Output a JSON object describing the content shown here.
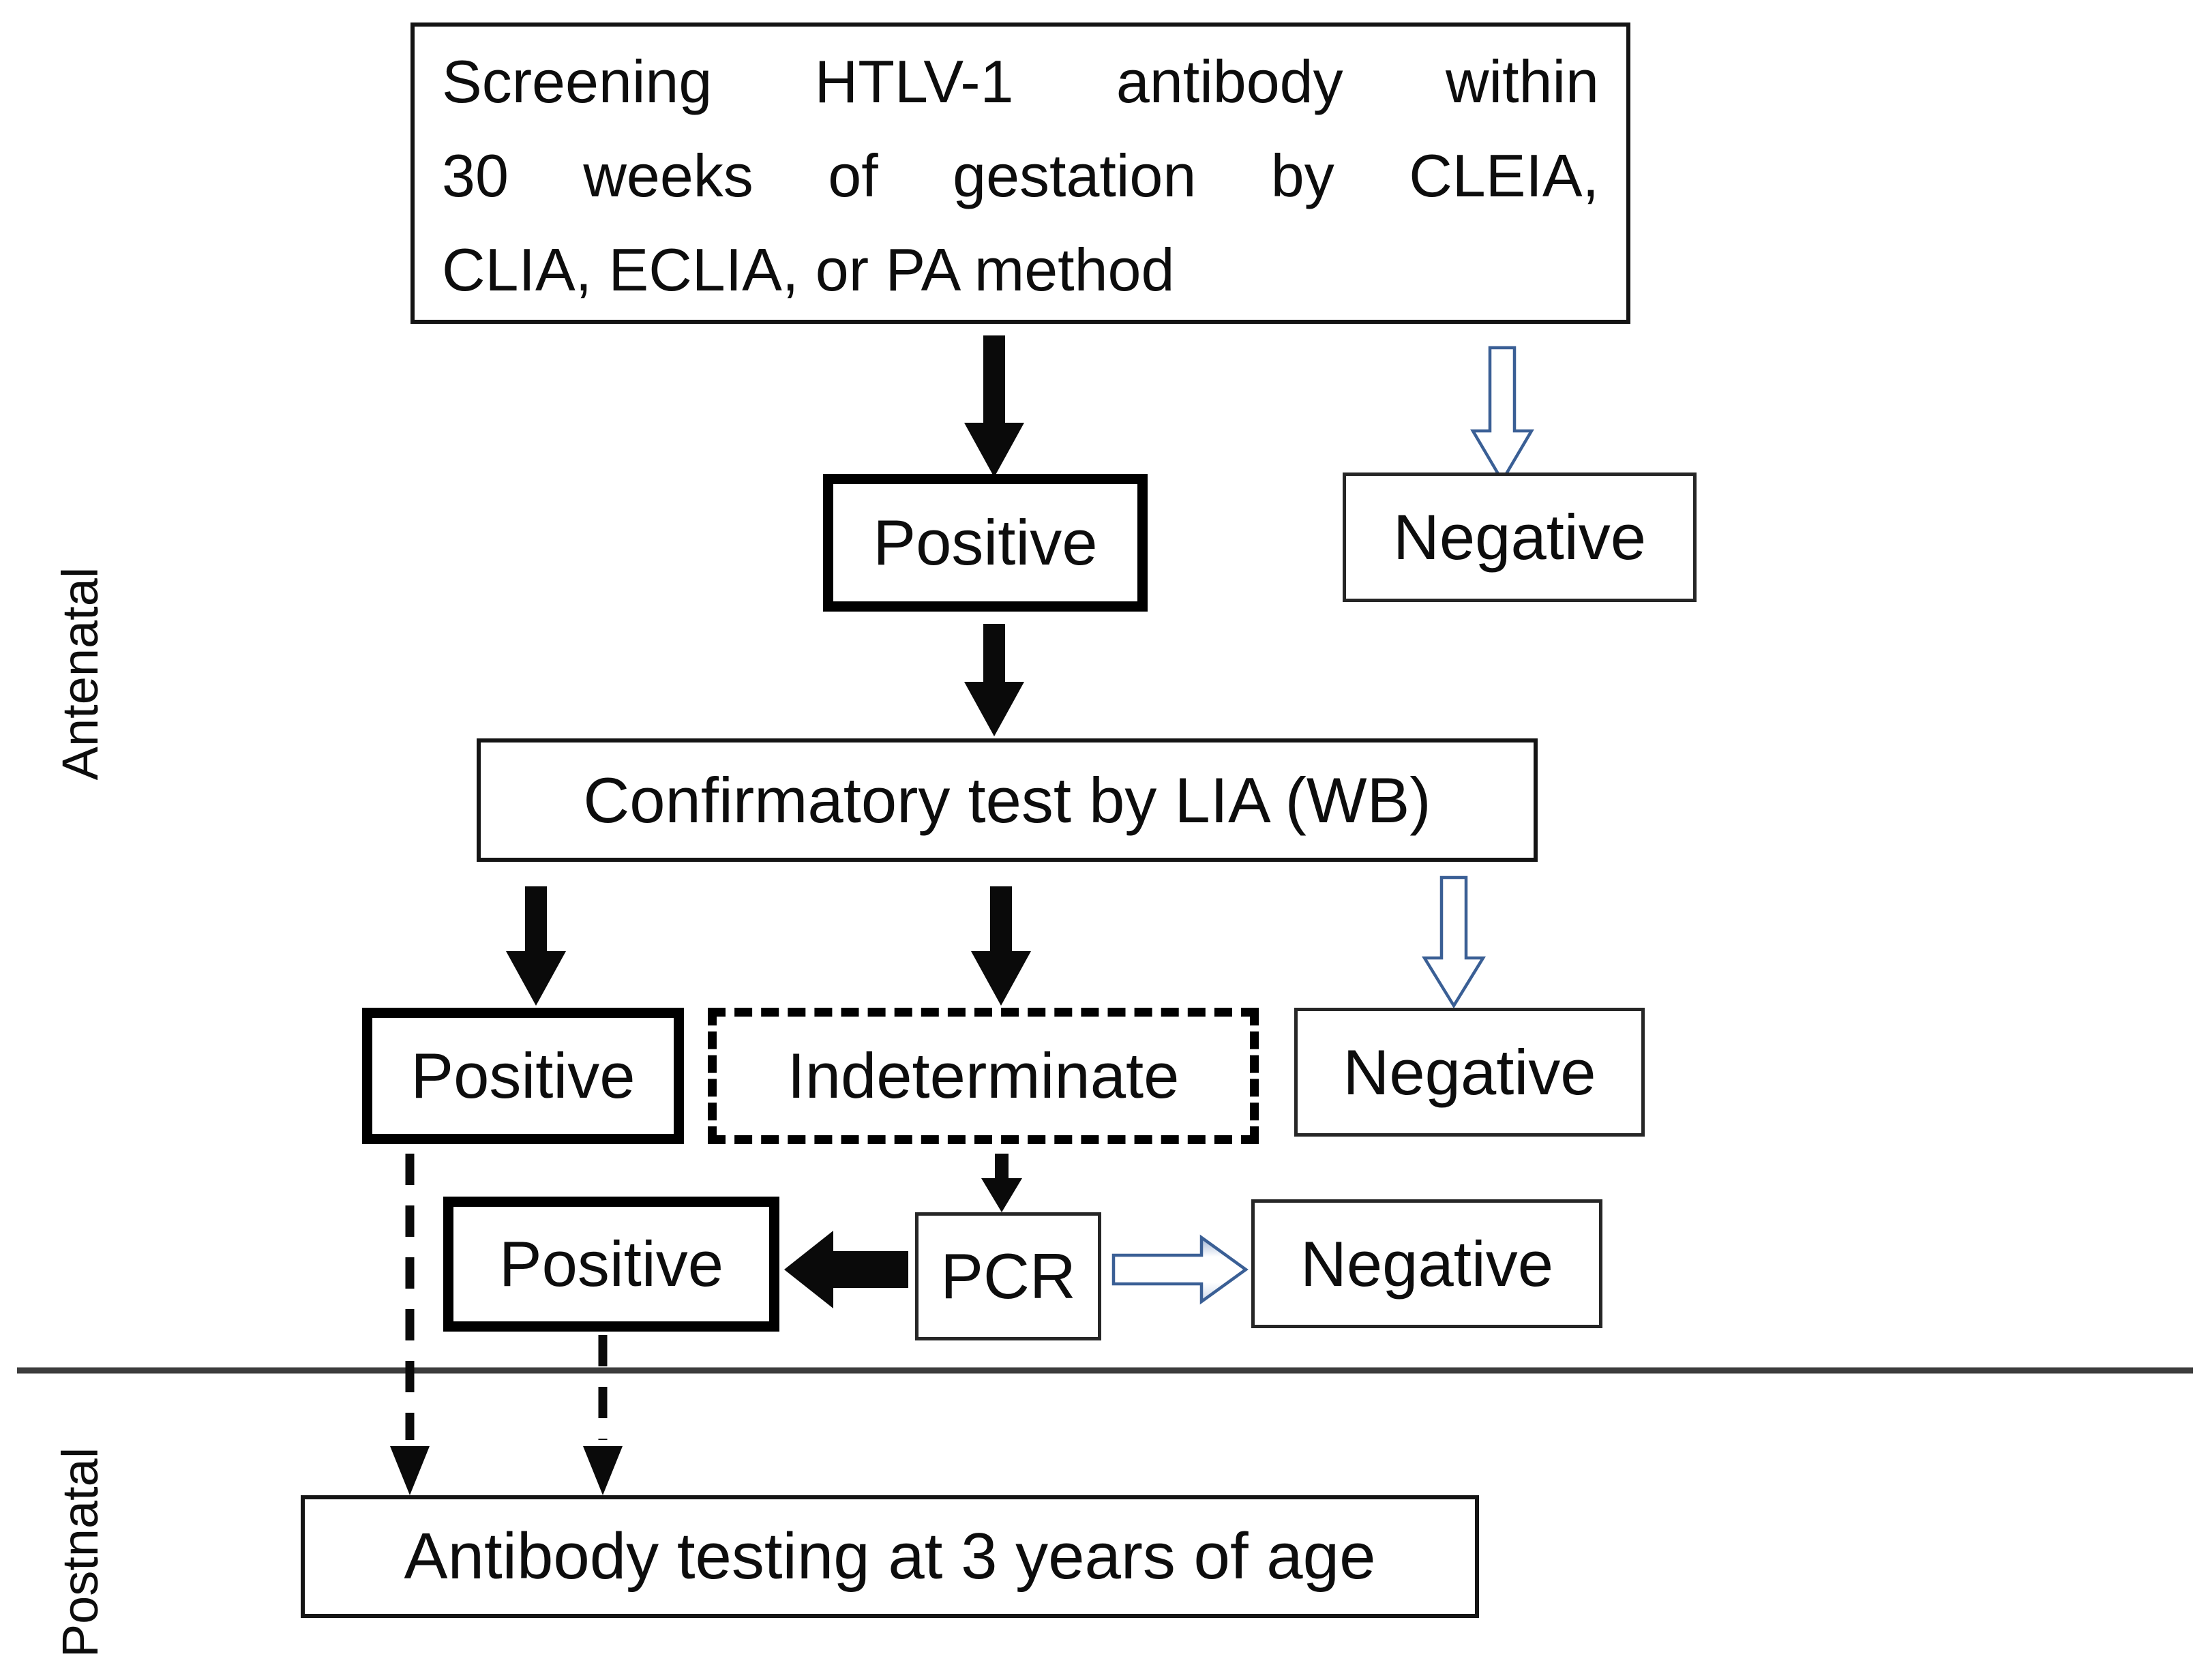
{
  "figure": {
    "background": "#ffffff",
    "stage_labels": {
      "antenatal": "Antenatal",
      "postnatal": "Postnatal"
    },
    "nodes": {
      "screening": {
        "line1": "Screening HTLV-1 antibody within",
        "line2": "30 weeks of gestation by CLEIA,",
        "line3": "CLIA, ECLIA, or PA method"
      },
      "screening_positive": "Positive",
      "screening_negative": "Negative",
      "confirmatory": "Confirmatory test by LIA (WB)",
      "confirmatory_positive": "Positive",
      "confirmatory_indeterminate": "Indeterminate",
      "confirmatory_negative": "Negative",
      "pcr": "PCR",
      "pcr_positive": "Positive",
      "pcr_negative": "Negative",
      "followup": "Antibody testing at 3 years of age"
    },
    "colors": {
      "box_border": "#000000",
      "thin_box_border": "#262626",
      "solid_arrow": "#0a0a0a",
      "outline_arrow_stroke": "#3a5f95",
      "separator_line": "#3d3d3d",
      "text": "#0d0d0d"
    },
    "edges": [
      {
        "from": "screening",
        "to": "screening_positive",
        "style": "solid-black-arrow"
      },
      {
        "from": "screening",
        "to": "screening_negative",
        "style": "outline-blue-arrow"
      },
      {
        "from": "screening_positive",
        "to": "confirmatory",
        "style": "solid-black-arrow"
      },
      {
        "from": "confirmatory",
        "to": "confirmatory_positive",
        "style": "solid-black-arrow"
      },
      {
        "from": "confirmatory",
        "to": "confirmatory_indeterminate",
        "style": "solid-black-arrow"
      },
      {
        "from": "confirmatory",
        "to": "confirmatory_negative",
        "style": "outline-blue-arrow"
      },
      {
        "from": "confirmatory_indeterminate",
        "to": "pcr",
        "style": "solid-black-arrow"
      },
      {
        "from": "pcr",
        "to": "pcr_positive",
        "style": "solid-black-arrow"
      },
      {
        "from": "pcr",
        "to": "pcr_negative",
        "style": "outline-blue-arrow"
      },
      {
        "from": "confirmatory_positive",
        "to": "followup",
        "style": "dashed-black-arrow"
      },
      {
        "from": "pcr_positive",
        "to": "followup",
        "style": "dashed-black-arrow"
      }
    ]
  }
}
